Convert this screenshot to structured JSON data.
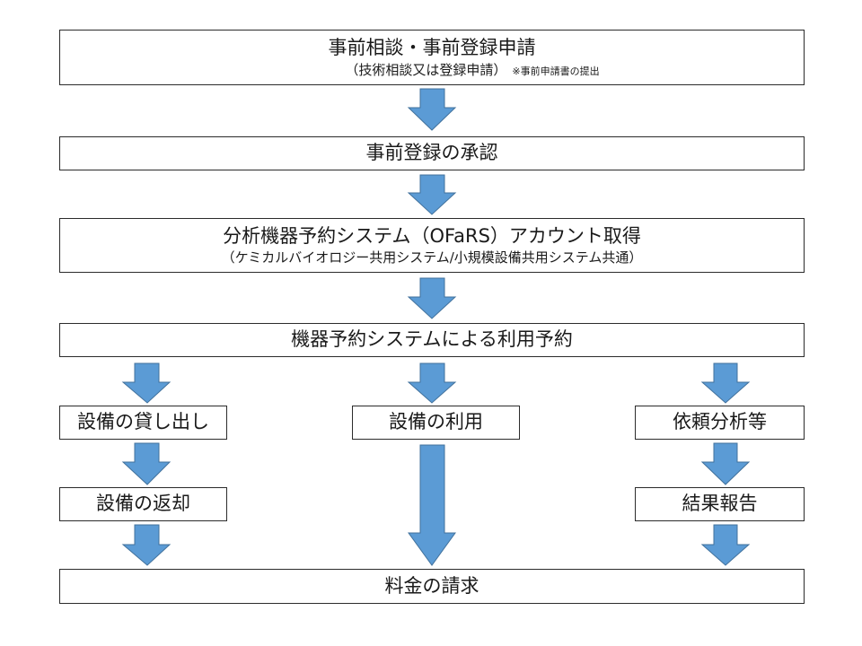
{
  "steps": {
    "pre_consult": {
      "title": "事前相談・事前登録申請",
      "subtitle": "（技術相談又は登録申請）",
      "note": "※事前申請書の提出"
    },
    "approval": {
      "title": "事前登録の承認"
    },
    "account": {
      "title": "分析機器予約システム（OFaRS）アカウント取得",
      "subtitle": "（ケミカルバイオロジー共用システム/小規模設備共用システム共通）"
    },
    "reservation": {
      "title": "機器予約システムによる利用予約"
    },
    "lending": {
      "title": "設備の貸し出し"
    },
    "usage": {
      "title": "設備の利用"
    },
    "analysis": {
      "title": "依頼分析等"
    },
    "return": {
      "title": "設備の返却"
    },
    "report": {
      "title": "結果報告"
    },
    "billing": {
      "title": "料金の請求"
    }
  },
  "colors": {
    "arrow_fill": "#5b9bd5",
    "arrow_stroke": "#41719c",
    "box_border": "#2b2b2b"
  }
}
